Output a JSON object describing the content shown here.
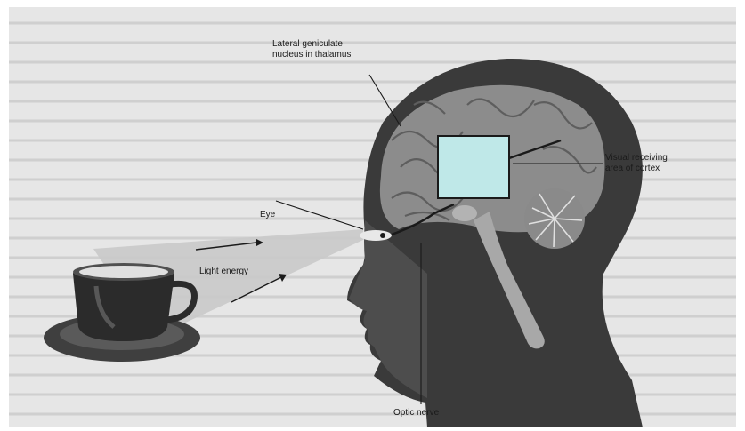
{
  "figure": {
    "labels": {
      "lgn": [
        "Lateral geniculate",
        "nucleus in thalamus"
      ],
      "visual_cortex": [
        "Visual receiving",
        "area of cortex"
      ],
      "eye": "Eye",
      "light_energy": "Light energy",
      "optic_nerve": "Optic nerve"
    },
    "colors": {
      "background_text_page": "#e6e6e6",
      "head_silhouette": "#3a3a3a",
      "brain": "#8c8c8c",
      "cortex_box": "#bfe8e8",
      "light_beam": "#c9c9c9",
      "cup": "#2b2b2b"
    }
  }
}
